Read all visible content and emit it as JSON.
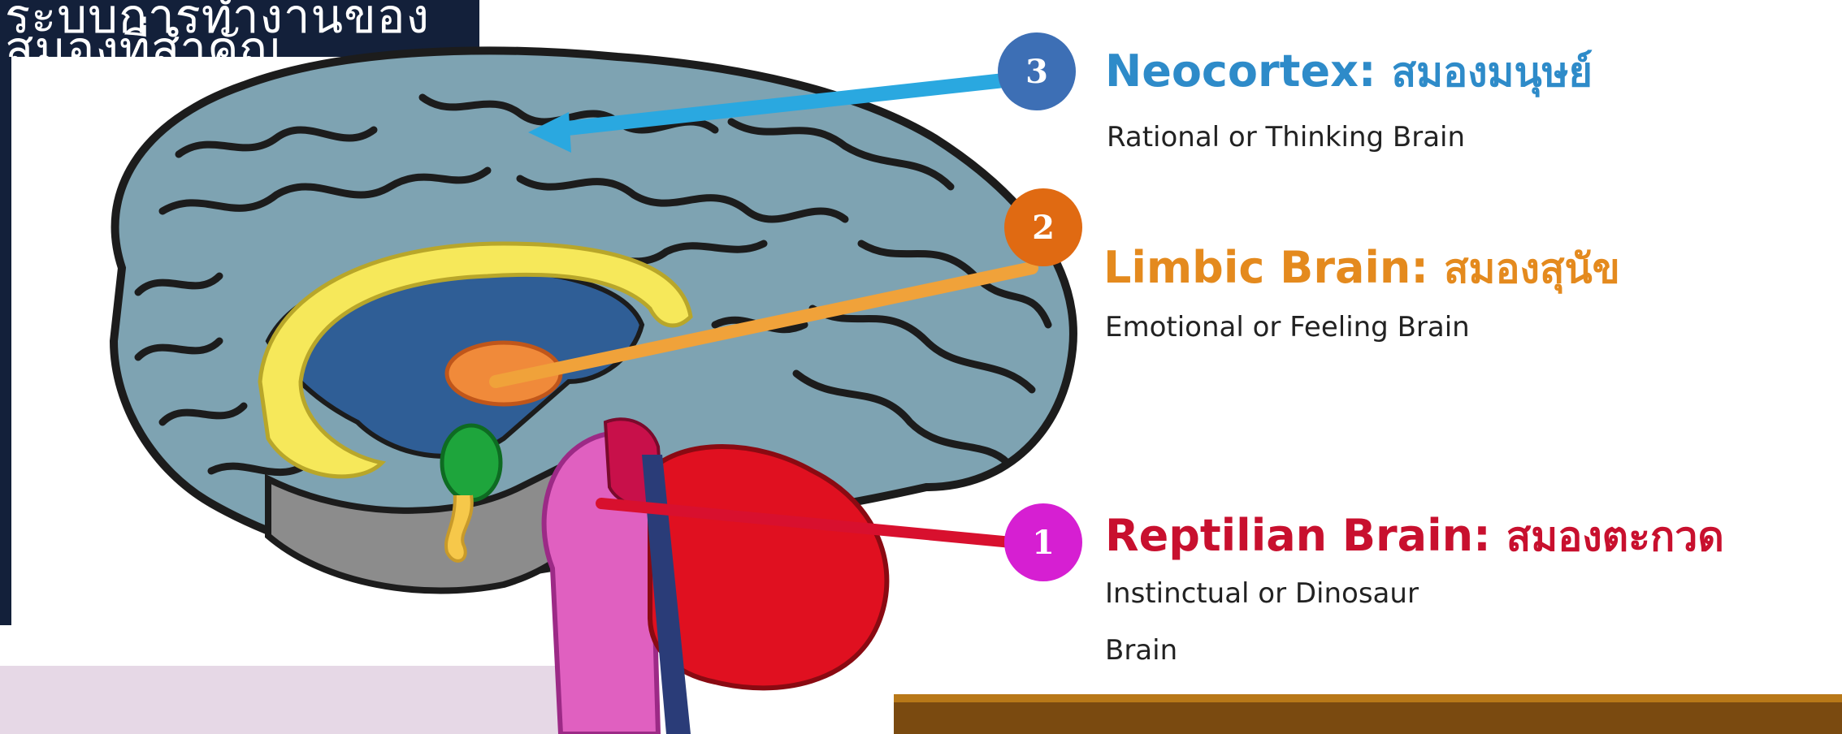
{
  "banner": {
    "text": "ระบบการทำงานของสมองที่สำคัญ"
  },
  "layers": [
    {
      "number": "3",
      "name": "Neocortex:",
      "thai": "สมองมนุษย์",
      "subtitle": "Rational or Thinking Brain",
      "color": "#2e8bc9",
      "badge_color": "#3d6fb5"
    },
    {
      "number": "2",
      "name": "Limbic Brain:",
      "thai": "สมองสุนัข",
      "subtitle": "Emotional or Feeling Brain",
      "color": "#e48a1e",
      "badge_color": "#e06a12"
    },
    {
      "number": "1",
      "name": "Reptilian Brain:",
      "thai": "สมองตะกวด",
      "subtitle_line1": "Instinctual or Dinosaur",
      "subtitle_line2": "Brain",
      "color": "#c8102e",
      "badge_color": "#d61fd2"
    }
  ]
}
